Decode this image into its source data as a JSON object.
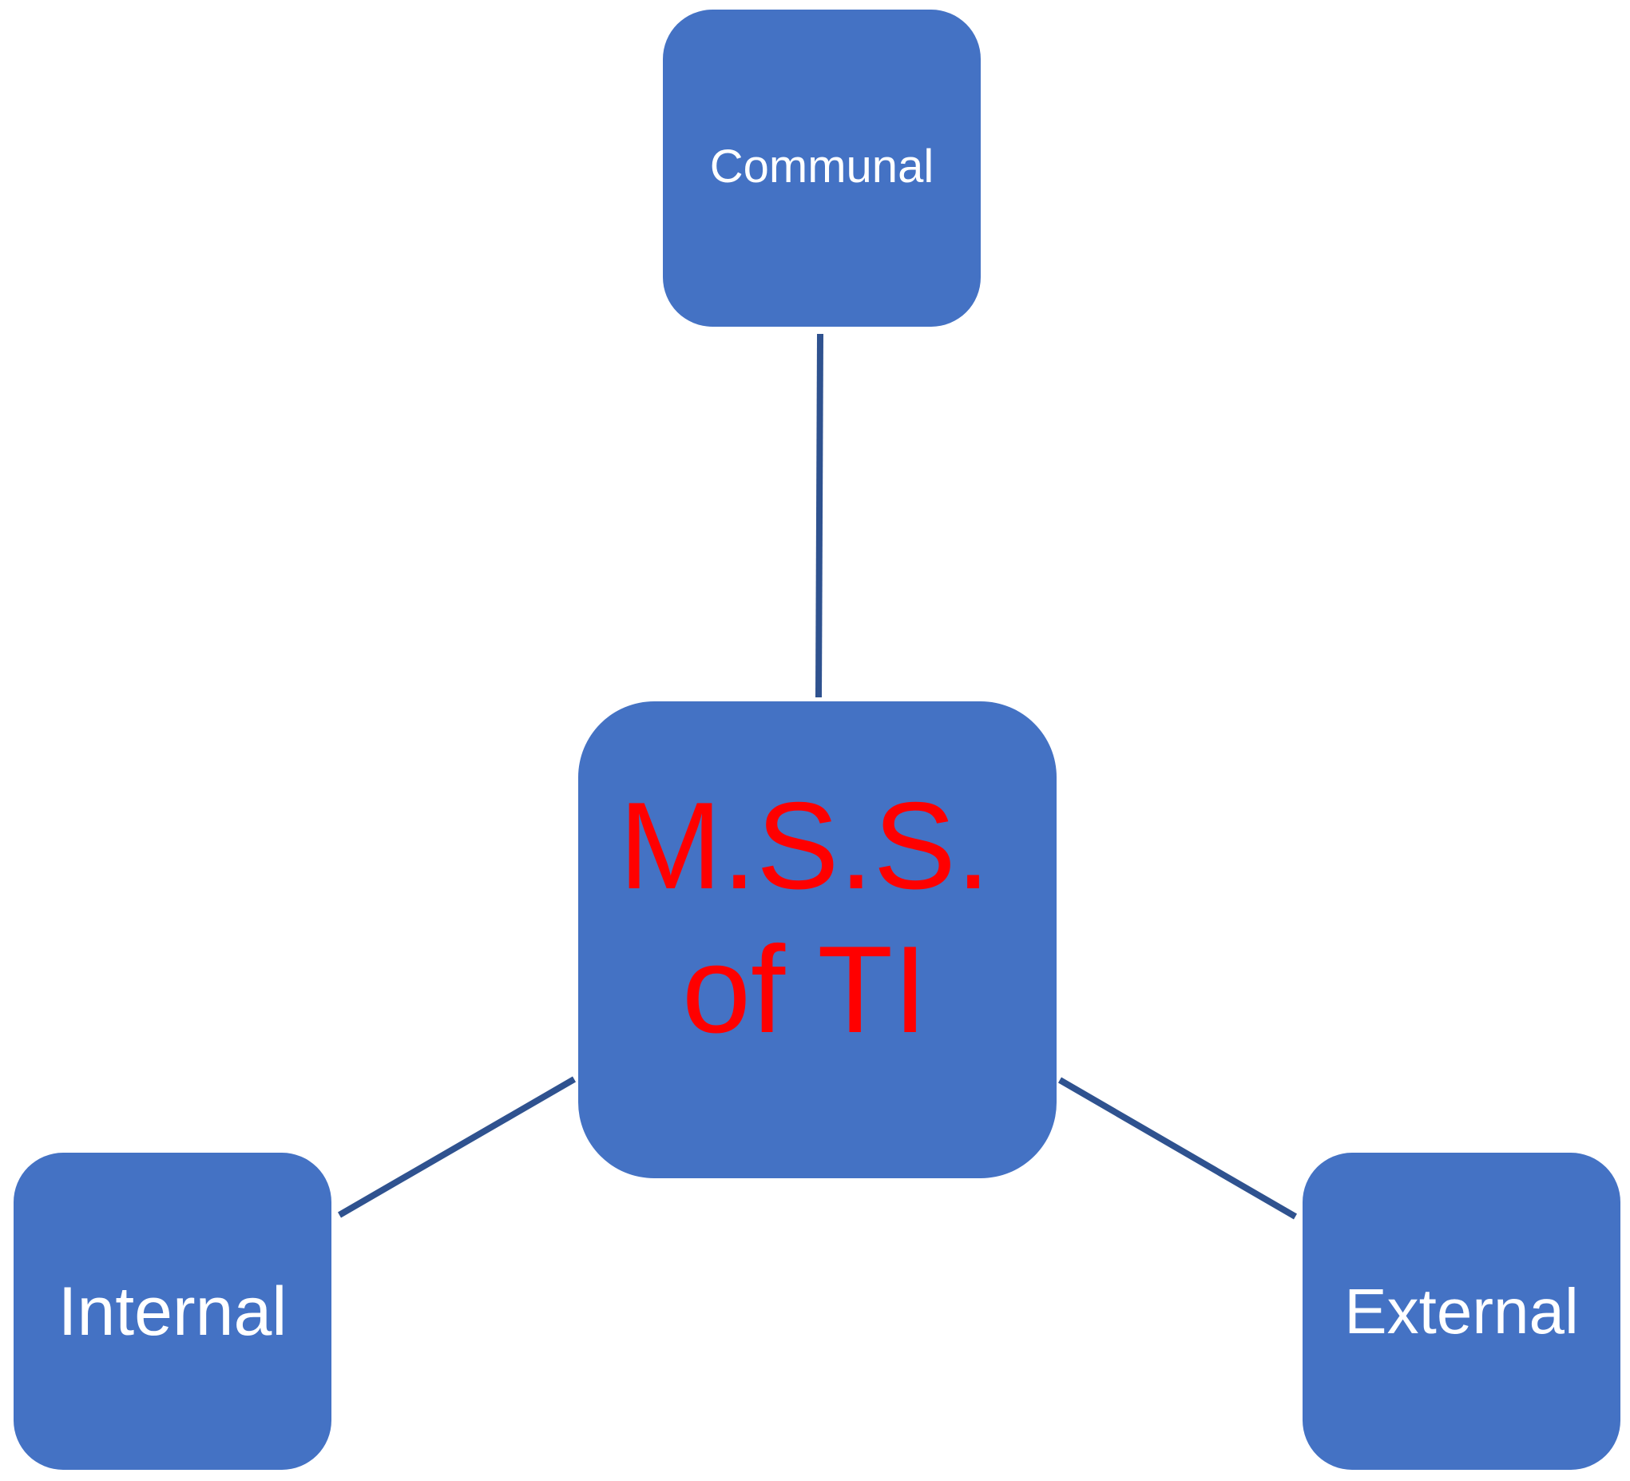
{
  "diagram": {
    "center": {
      "label": "M.S.S. of TI",
      "text_color": "#FF0000"
    },
    "nodes": [
      {
        "id": "communal",
        "label": "Communal"
      },
      {
        "id": "internal",
        "label": "Internal"
      },
      {
        "id": "external",
        "label": "External"
      }
    ],
    "colors": {
      "node_fill": "#4472C4",
      "connector": "#2F528F",
      "label": "#FFFFFF"
    }
  }
}
